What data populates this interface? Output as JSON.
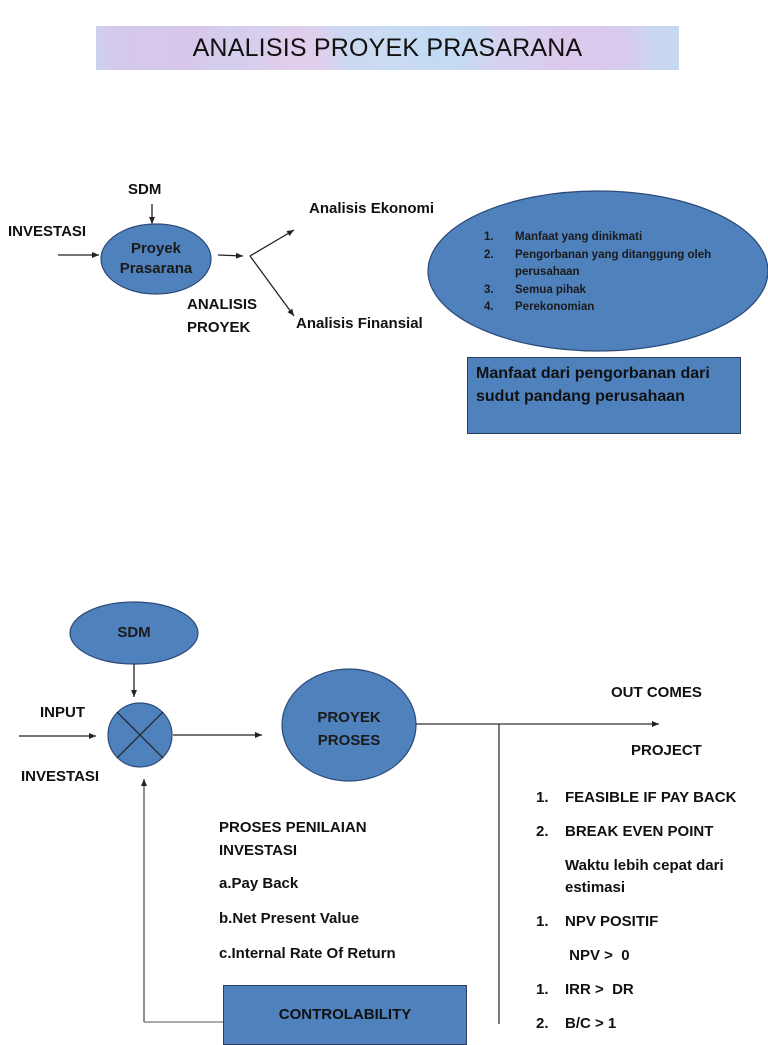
{
  "title": "ANALISIS PROYEK PRASARANA",
  "colors": {
    "shape_fill": "#4f81bd",
    "shape_stroke": "#2c4a78",
    "line": "#222222"
  },
  "diagram1": {
    "input_top": "SDM",
    "input_left": "INVESTASI",
    "center_node": {
      "line1": "Proyek",
      "line2": "Prasarana"
    },
    "branch_label": {
      "line1": "ANALISIS",
      "line2": "PROYEK"
    },
    "branch_upper": "Analisis Ekonomi",
    "branch_lower": "Analisis Finansial",
    "ellipse_items": [
      {
        "num": "1.",
        "text": "Manfaat yang dinikmati"
      },
      {
        "num": "2.",
        "text": "Pengorbanan yang ditanggung oleh perusahaan"
      },
      {
        "num": "3.",
        "text": "Semua pihak"
      },
      {
        "num": "4.",
        "text": "Perekonomian"
      }
    ],
    "box_text": "Manfaat dari pengorbanan dari sudut pandang perusahaan"
  },
  "diagram2": {
    "sdm_node": "SDM",
    "input_label": "INPUT",
    "investasi_label": "INVESTASI",
    "junction_symbol": "summing-junction",
    "process_node": {
      "line1": "PROYEK",
      "line2": "PROSES"
    },
    "outcomes_label": "OUT COMES",
    "project_label": "PROJECT",
    "assessment": {
      "heading": "PROSES PENILAIAN INVESTASI",
      "items": [
        "a.Pay Back",
        "b.Net Present Value",
        "c.Internal Rate Of Return"
      ]
    },
    "control_box": "CONTROLABILITY",
    "outcome_items": [
      {
        "num": "1.",
        "text": "FEASIBLE IF PAY BACK"
      },
      {
        "num": "2.",
        "text": "BREAK EVEN POINT"
      },
      {
        "num": "",
        "text": "Waktu lebih cepat dari estimasi"
      },
      {
        "num": "1.",
        "text": "NPV POSITIF"
      },
      {
        "num": "",
        "text": " NPV >  0"
      },
      {
        "num": "1.",
        "text": "IRR >  DR"
      },
      {
        "num": "2.",
        "text": "B/C > 1"
      }
    ]
  }
}
